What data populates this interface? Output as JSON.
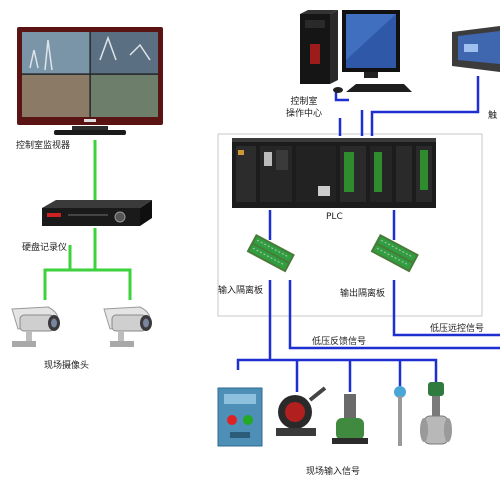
{
  "labels": {
    "monitor": "控制室监视器",
    "dvr": "硬盘记录仪",
    "cameras": "现场摄像头",
    "control_room_1": "控制室",
    "control_room_2": "操作中心",
    "touch_partial": "触",
    "plc": "PLC",
    "input_isolation": "输入隔离板",
    "output_isolation": "输出隔离板",
    "lv_remote": "低压远控信号",
    "lv_feedback": "低压反馈信号",
    "field_input": "现场输入信号"
  },
  "colors": {
    "video_line": "#3cd23c",
    "control_line": "#1d2fd0",
    "monitor_frame": "#7a1f1f",
    "dvr_body": "#1a1a1a",
    "plc_panel": "#1c1c1c",
    "module_green": "#2e8b2e",
    "cabinet": "#d6d8da"
  },
  "icons": [
    "monitor-icon",
    "dvr-icon",
    "camera-icon",
    "pc-tower-icon",
    "touch-panel-icon",
    "plc-rack-icon",
    "isolation-board-icon",
    "control-box-icon",
    "motor-icon",
    "sensor-icon",
    "flowmeter-icon"
  ]
}
